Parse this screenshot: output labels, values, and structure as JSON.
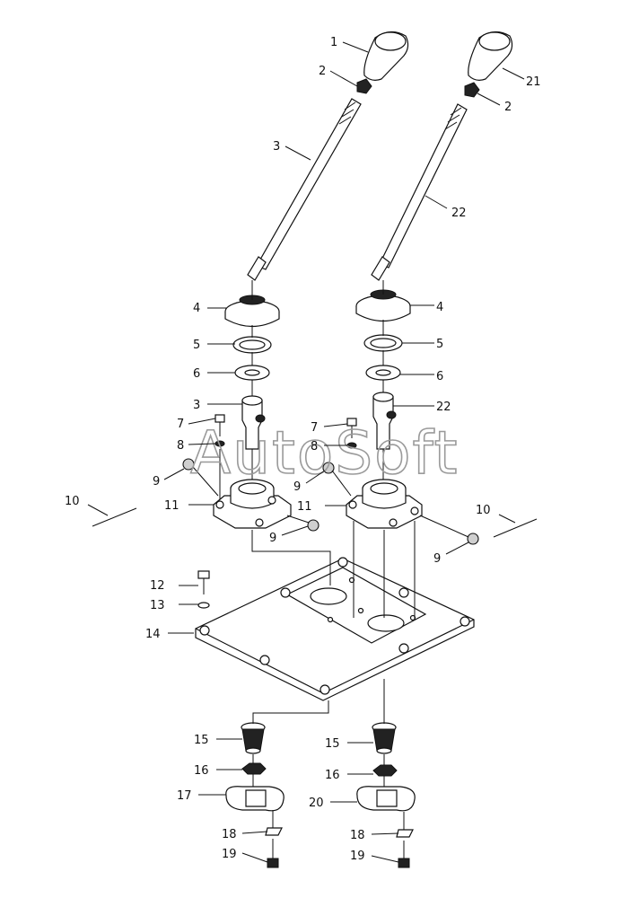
{
  "watermark": "AutoSoft",
  "callouts": {
    "c1": "1",
    "c2a": "2",
    "c2b": "2",
    "c3a": "3",
    "c3b": "3",
    "c4a": "4",
    "c4b": "4",
    "c5a": "5",
    "c5b": "5",
    "c6a": "6",
    "c6b": "6",
    "c7a": "7",
    "c7b": "7",
    "c8a": "8",
    "c8b": "8",
    "c9a": "9",
    "c9b": "9",
    "c9c": "9",
    "c9d": "9",
    "c10a": "10",
    "c10b": "10",
    "c11a": "11",
    "c11b": "11",
    "c12": "12",
    "c13": "13",
    "c14": "14",
    "c15a": "15",
    "c15b": "15",
    "c16a": "16",
    "c16b": "16",
    "c17": "17",
    "c18a": "18",
    "c18b": "18",
    "c19a": "19",
    "c19b": "19",
    "c20": "20",
    "c21": "21",
    "c22a": "22",
    "c22b": "22"
  }
}
